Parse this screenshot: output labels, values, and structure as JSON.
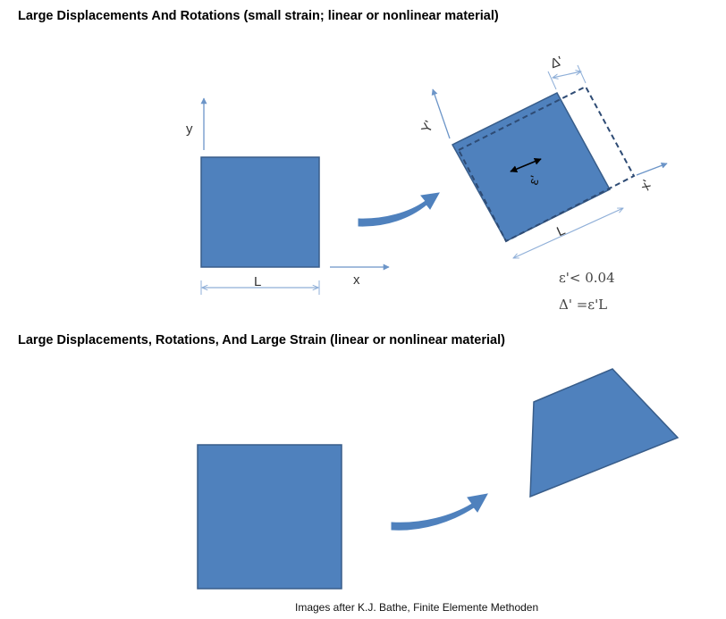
{
  "section_small_strain": {
    "title": "Large Displacements And Rotations (small strain; linear or nonlinear material)",
    "label_y": "y",
    "label_x": "x",
    "label_L": "L",
    "label_y_prime": "Y'",
    "label_x_prime": "x'",
    "label_delta_prime": "Δ'",
    "label_strain": "ε'",
    "label_L_rotated": "L",
    "condition_strain": "ε'< 0.04",
    "condition_delta": "Δ' =ε'L"
  },
  "section_large_strain": {
    "title": "Large Displacements, Rotations, And Large Strain (linear or nonlinear material)"
  },
  "caption": "Images after K.J. Bathe, Finite Elemente Methoden",
  "colors": {
    "shape_fill": "#4F81BD",
    "shape_stroke": "#385D8A",
    "dimension_line": "#8FAFD8",
    "axis": "#6C95C8"
  }
}
